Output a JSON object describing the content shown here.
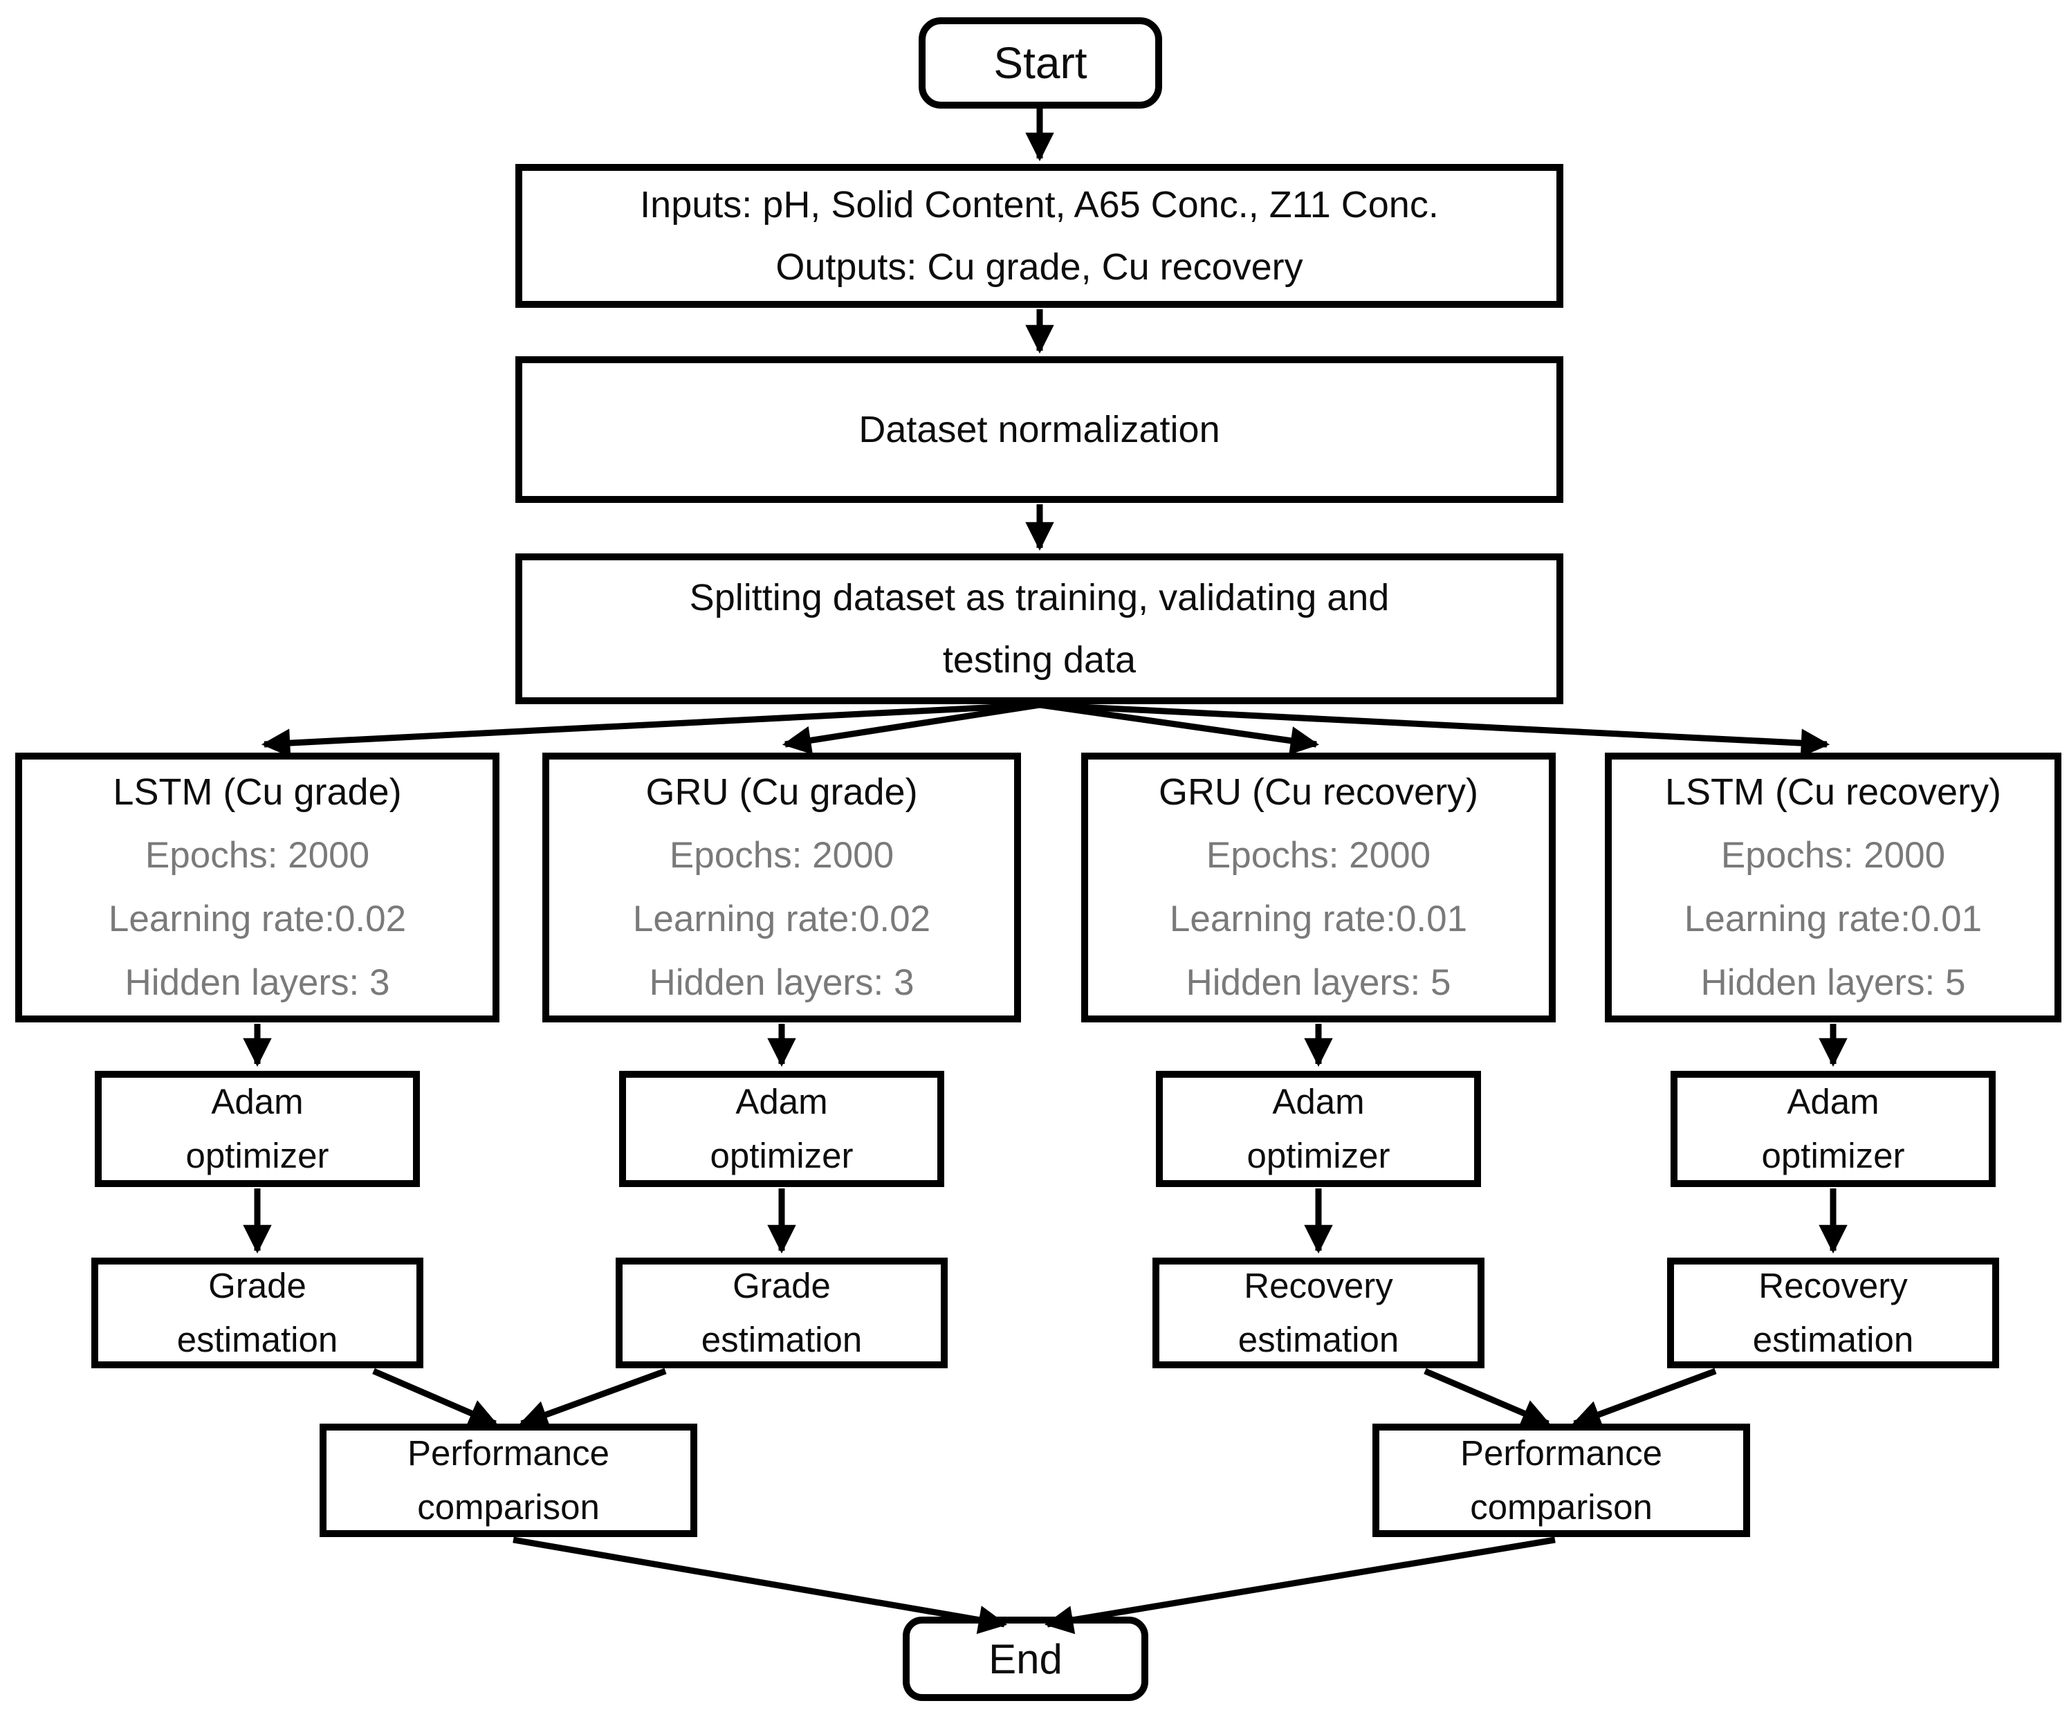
{
  "diagram": {
    "title": "LSTM-GRU copper grade and recovery modeling flowchart",
    "start_label": "Start",
    "io_box": {
      "line1": "Inputs: pH, Solid Content, A65 Conc., Z11 Conc.",
      "line2": "Outputs: Cu grade, Cu recovery"
    },
    "normalization_label": "Dataset normalization",
    "split_box": {
      "line1": "Splitting dataset as training, validating and",
      "line2": "testing data"
    },
    "branches": [
      {
        "title": "LSTM (Cu grade)",
        "epochs": "Epochs: 2000",
        "learning_rate": "Learning rate:0.02",
        "hidden_layers": "Hidden layers: 3",
        "optimizer_line1": "Adam",
        "optimizer_line2": "optimizer",
        "estimation_line1": "Grade",
        "estimation_line2": "estimation"
      },
      {
        "title": "GRU (Cu grade)",
        "epochs": "Epochs: 2000",
        "learning_rate": "Learning rate:0.02",
        "hidden_layers": "Hidden layers: 3",
        "optimizer_line1": "Adam",
        "optimizer_line2": "optimizer",
        "estimation_line1": "Grade",
        "estimation_line2": "estimation"
      },
      {
        "title": "GRU (Cu recovery)",
        "epochs": "Epochs: 2000",
        "learning_rate": "Learning rate:0.01",
        "hidden_layers": "Hidden layers: 5",
        "optimizer_line1": "Adam",
        "optimizer_line2": "optimizer",
        "estimation_line1": "Recovery",
        "estimation_line2": "estimation"
      },
      {
        "title": "LSTM (Cu recovery)",
        "epochs": "Epochs: 2000",
        "learning_rate": "Learning rate:0.01",
        "hidden_layers": "Hidden layers: 5",
        "optimizer_line1": "Adam",
        "optimizer_line2": "optimizer",
        "estimation_line1": "Recovery",
        "estimation_line2": "estimation"
      }
    ],
    "performance_left": {
      "line1": "Performance",
      "line2": "comparison"
    },
    "performance_right": {
      "line1": "Performance",
      "line2": "comparison"
    },
    "end_label": "End",
    "colors": {
      "line": "#000000",
      "ink": "#0d0d0d",
      "param_text": "#7a7a7a",
      "background": "#ffffff"
    }
  }
}
